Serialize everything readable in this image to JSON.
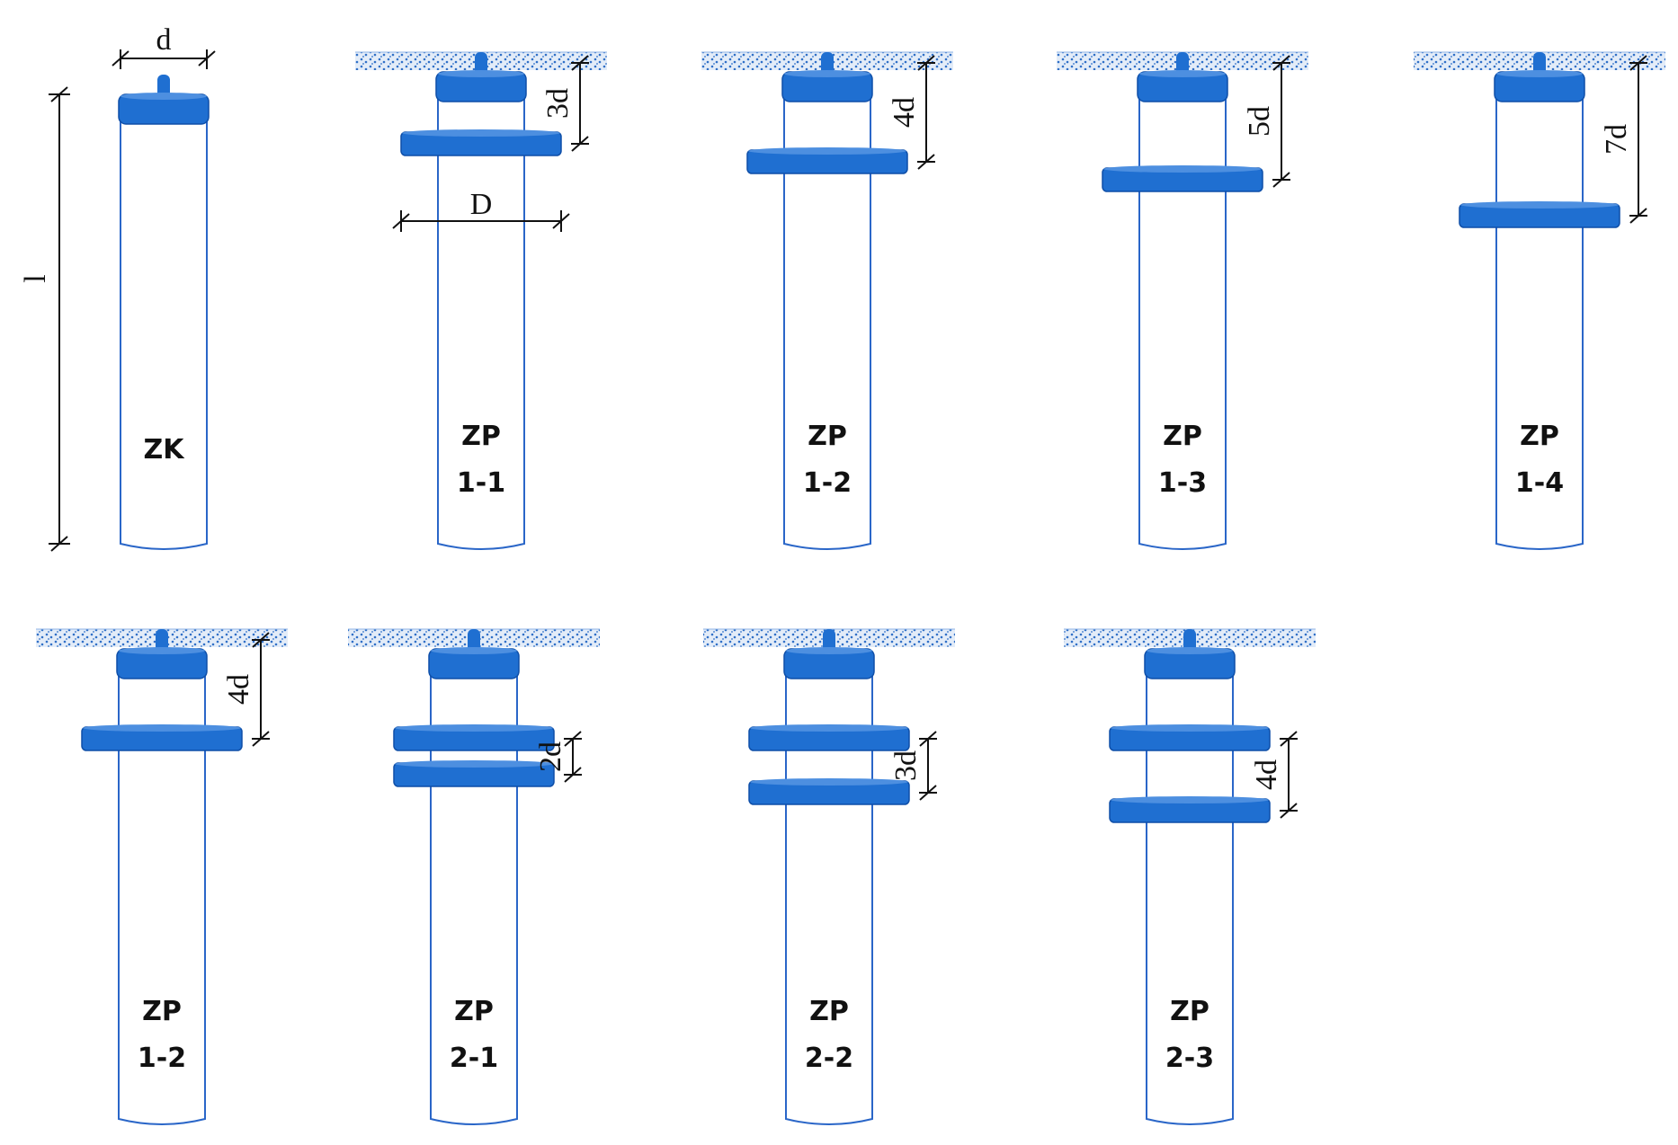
{
  "colors": {
    "blue": "#1f6fd1",
    "blue_dark": "#0f4fa8",
    "pile_stroke": "#2a66c8",
    "soil_dots": "#2f6fc7",
    "soil_fill": "#e3ecf8",
    "dim_line": "#111111"
  },
  "dimension_symbols": {
    "pile_diameter": "d",
    "plate_diameter": "D",
    "pile_length": "l"
  },
  "piles": [
    {
      "id": "zk",
      "label_lines": [
        "ZK"
      ],
      "ground": false,
      "plates_d": [],
      "dims": []
    },
    {
      "id": "zp-1-1",
      "label_lines": [
        "ZP",
        "1-1"
      ],
      "ground": true,
      "plates_d": [
        3
      ],
      "dims": [
        {
          "text": "3d",
          "from_d": 0,
          "to_d": 3
        }
      ]
    },
    {
      "id": "zp-1-2",
      "label_lines": [
        "ZP",
        "1-2"
      ],
      "ground": true,
      "plates_d": [
        4
      ],
      "dims": [
        {
          "text": "4d",
          "from_d": 0,
          "to_d": 4
        }
      ]
    },
    {
      "id": "zp-1-3",
      "label_lines": [
        "ZP",
        "1-3"
      ],
      "ground": true,
      "plates_d": [
        5
      ],
      "dims": [
        {
          "text": "5d",
          "from_d": 0,
          "to_d": 5
        }
      ]
    },
    {
      "id": "zp-1-4",
      "label_lines": [
        "ZP",
        "1-4"
      ],
      "ground": true,
      "plates_d": [
        7
      ],
      "dims": [
        {
          "text": "7d",
          "from_d": 0,
          "to_d": 7
        }
      ]
    },
    {
      "id": "zp-1-2-b",
      "label_lines": [
        "ZP",
        "1-2"
      ],
      "ground": true,
      "plates_d": [
        4
      ],
      "dims": [
        {
          "text": "4d",
          "from_d": 0,
          "to_d": 4
        }
      ]
    },
    {
      "id": "zp-2-1",
      "label_lines": [
        "ZP",
        "2-1"
      ],
      "ground": true,
      "plates_d": [
        4,
        6
      ],
      "dims": [
        {
          "text": "2d",
          "from_d": 4,
          "to_d": 6
        }
      ]
    },
    {
      "id": "zp-2-2",
      "label_lines": [
        "ZP",
        "2-2"
      ],
      "ground": true,
      "plates_d": [
        4,
        7
      ],
      "dims": [
        {
          "text": "3d",
          "from_d": 4,
          "to_d": 7
        }
      ]
    },
    {
      "id": "zp-2-3",
      "label_lines": [
        "ZP",
        "2-3"
      ],
      "ground": true,
      "plates_d": [
        4,
        8
      ],
      "dims": [
        {
          "text": "4d",
          "from_d": 4,
          "to_d": 8
        }
      ]
    }
  ]
}
